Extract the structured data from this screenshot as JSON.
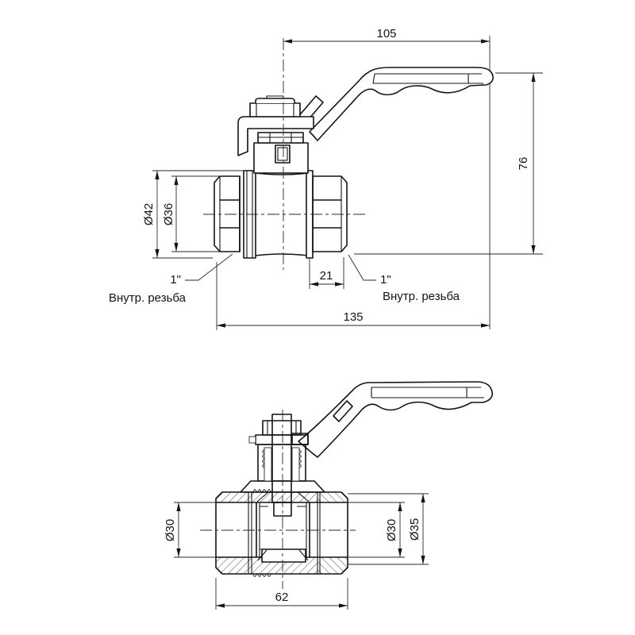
{
  "drawing": {
    "background": "#ffffff",
    "line_color": "#141414",
    "title": "ball-valve-technical-drawing",
    "top_view": {
      "dim_handle_length": "105",
      "dim_height": "76",
      "dim_collar_diameter": "Ø42",
      "dim_hex_diameter": "Ø36",
      "dim_cap_length": "21",
      "dim_overall_length": "135",
      "port_left": {
        "size": "1\"",
        "thread": "Внутр. резьба"
      },
      "port_right": {
        "size": "1\"",
        "thread": "Внутр. резьба"
      }
    },
    "section_view": {
      "dim_bore_left": "Ø30",
      "dim_bore_right": "Ø30",
      "dim_cap_outer_diameter": "Ø35",
      "dim_body_length": "62"
    }
  }
}
